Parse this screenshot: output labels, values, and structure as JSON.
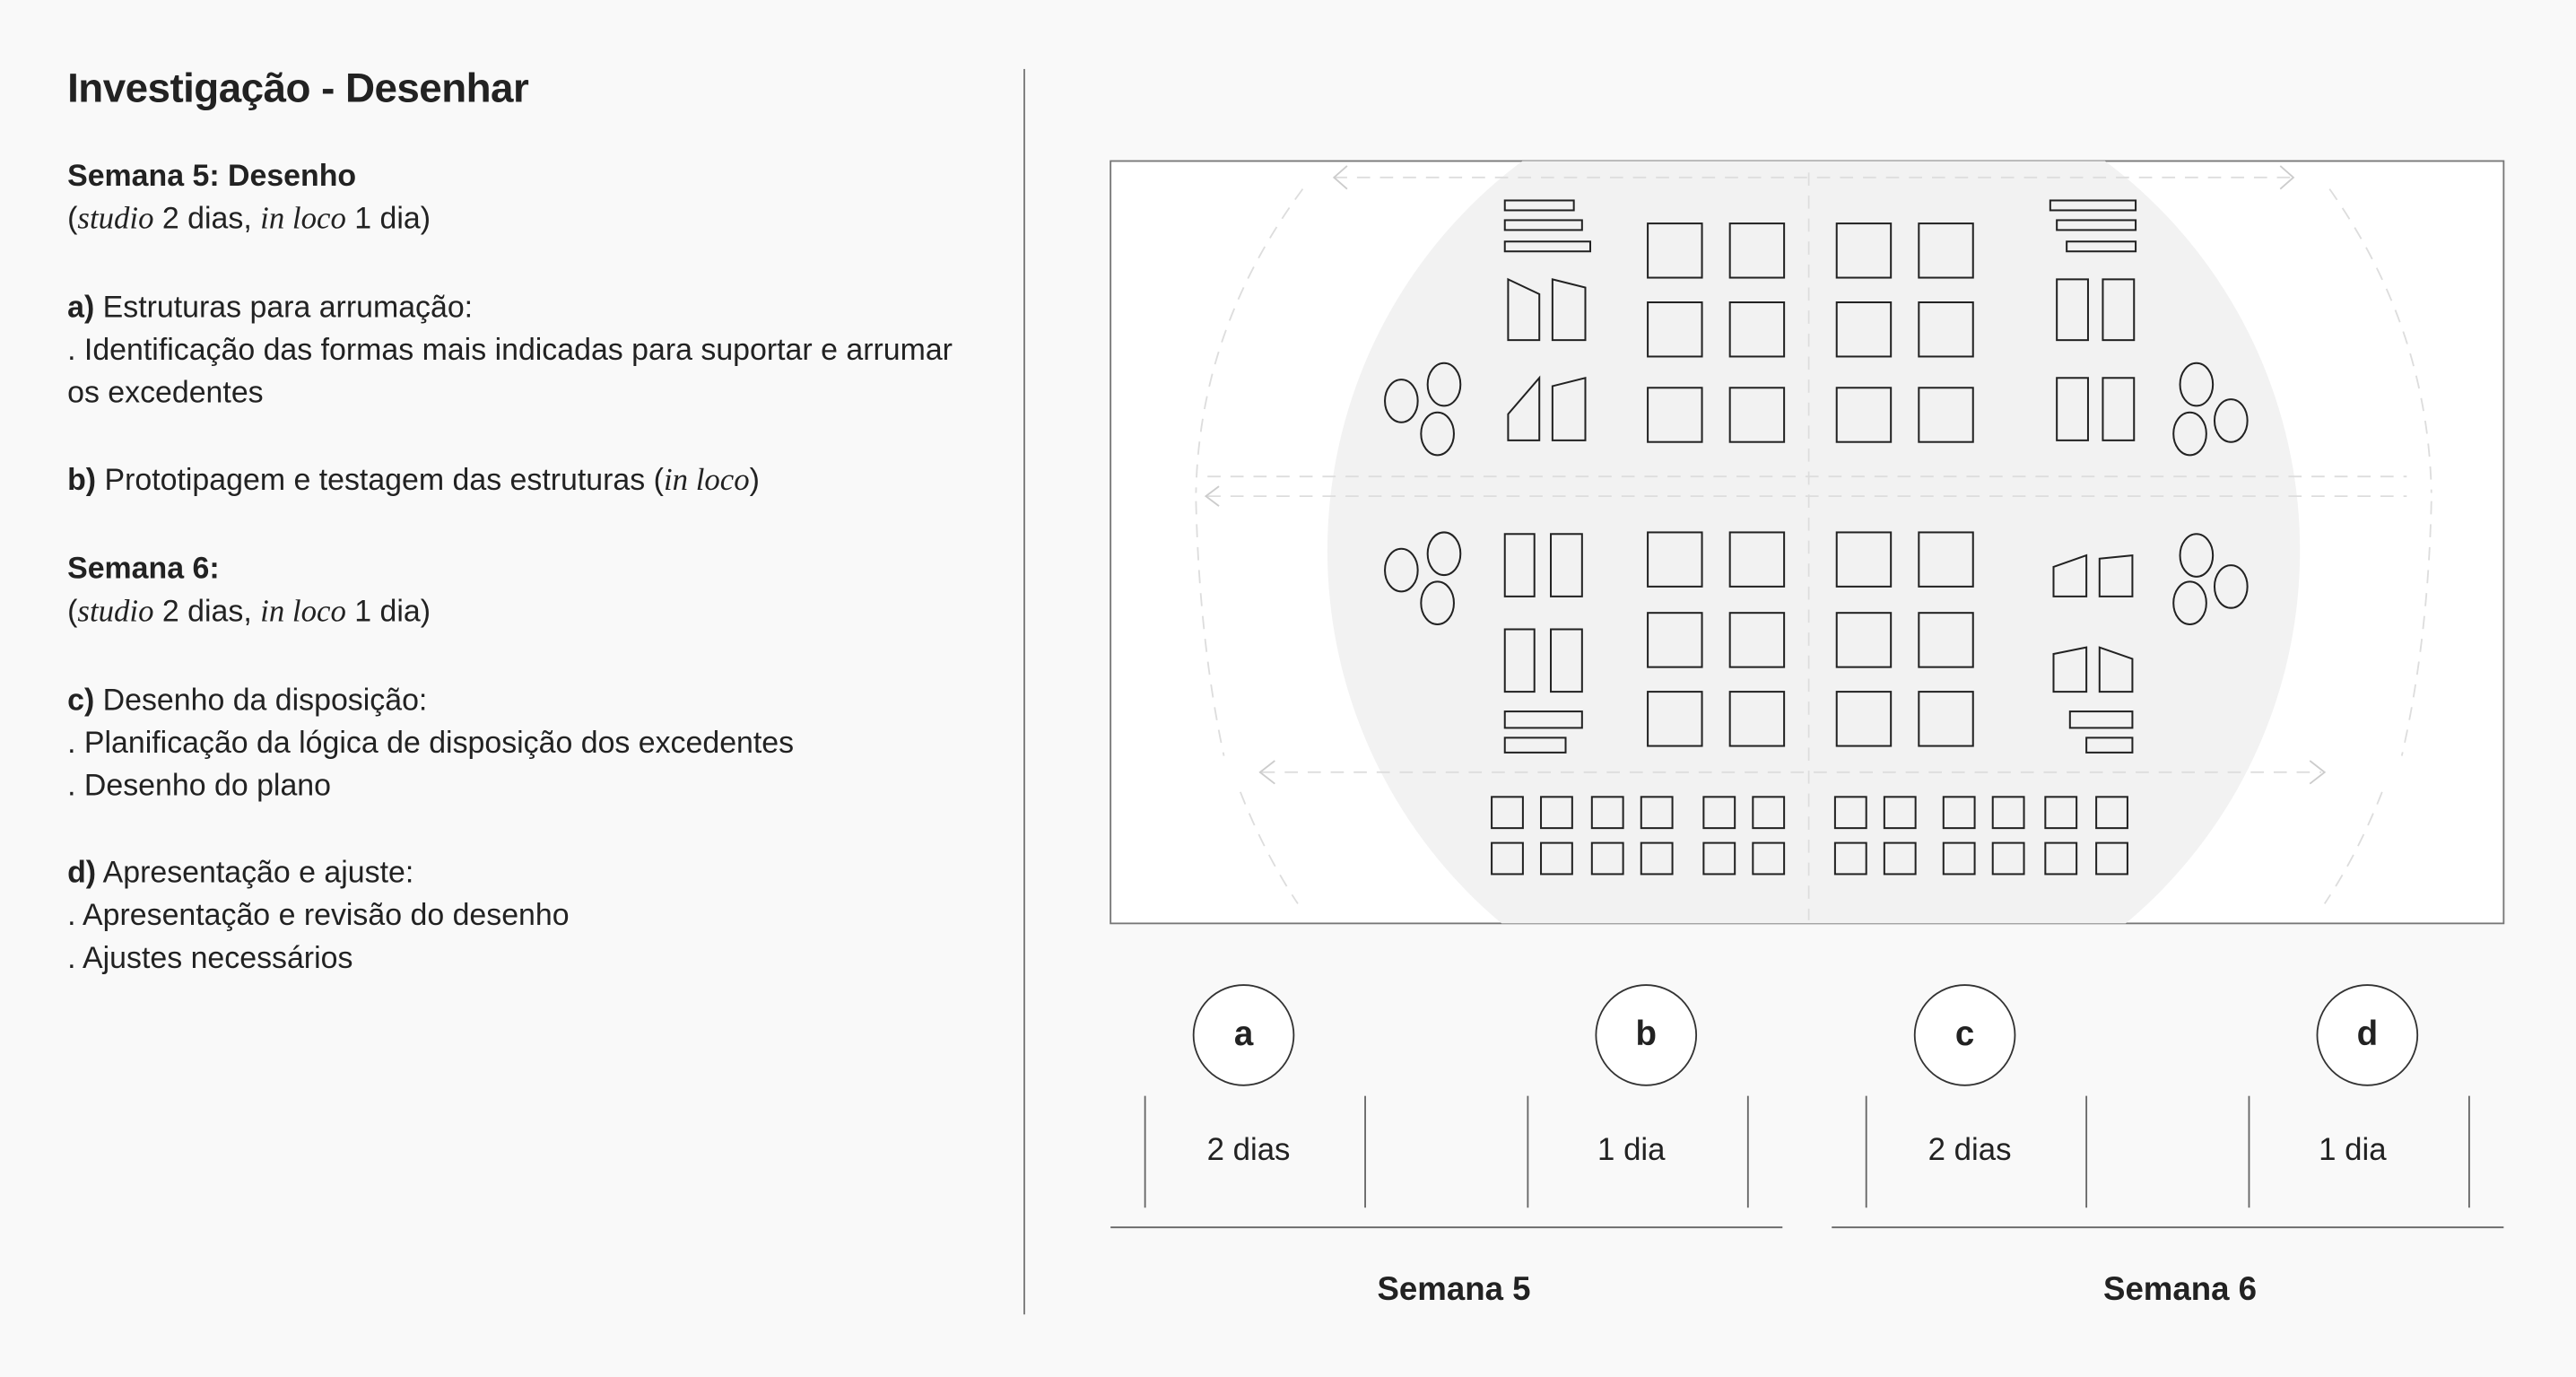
{
  "title": "Investigação - Desenhar",
  "week5": {
    "heading": "Semana 5: Desenho",
    "sub": {
      "open": "(",
      "studio": "studio",
      "mid": " 2 dias, ",
      "inloco": "in loco",
      "end": " 1 dia)"
    },
    "a": {
      "letter": "a)",
      "label": " Estruturas para arrumação:",
      "line1": ". Identificação das formas mais indicadas para suportar e arrumar os excedentes"
    },
    "b": {
      "letter": "b)",
      "label": " Prototipagem e testagem das estruturas (",
      "inloco": "in loco",
      "close": ")"
    }
  },
  "week6": {
    "heading": "Semana 6:",
    "sub": {
      "open": "(",
      "studio": "studio",
      "mid": " 2 dias, ",
      "inloco": "in loco",
      "end": " 1 dia)"
    },
    "c": {
      "letter": "c)",
      "label": " Desenho da disposição:",
      "line1": ". Planificação da lógica de disposição dos excedentes",
      "line2": ". Desenho do plano"
    },
    "d": {
      "letter": "d)",
      "label": " Apresentação e ajuste:",
      "line1": ". Apresentação e revisão do desenho",
      "line2": ". Ajustes necessários"
    }
  },
  "timeline": {
    "phases": [
      "a",
      "b",
      "c",
      "d"
    ],
    "durations": [
      "2 dias",
      "1 dia",
      "2 dias",
      "1 dia"
    ],
    "weeks": [
      "Semana 5",
      "Semana 6"
    ]
  }
}
